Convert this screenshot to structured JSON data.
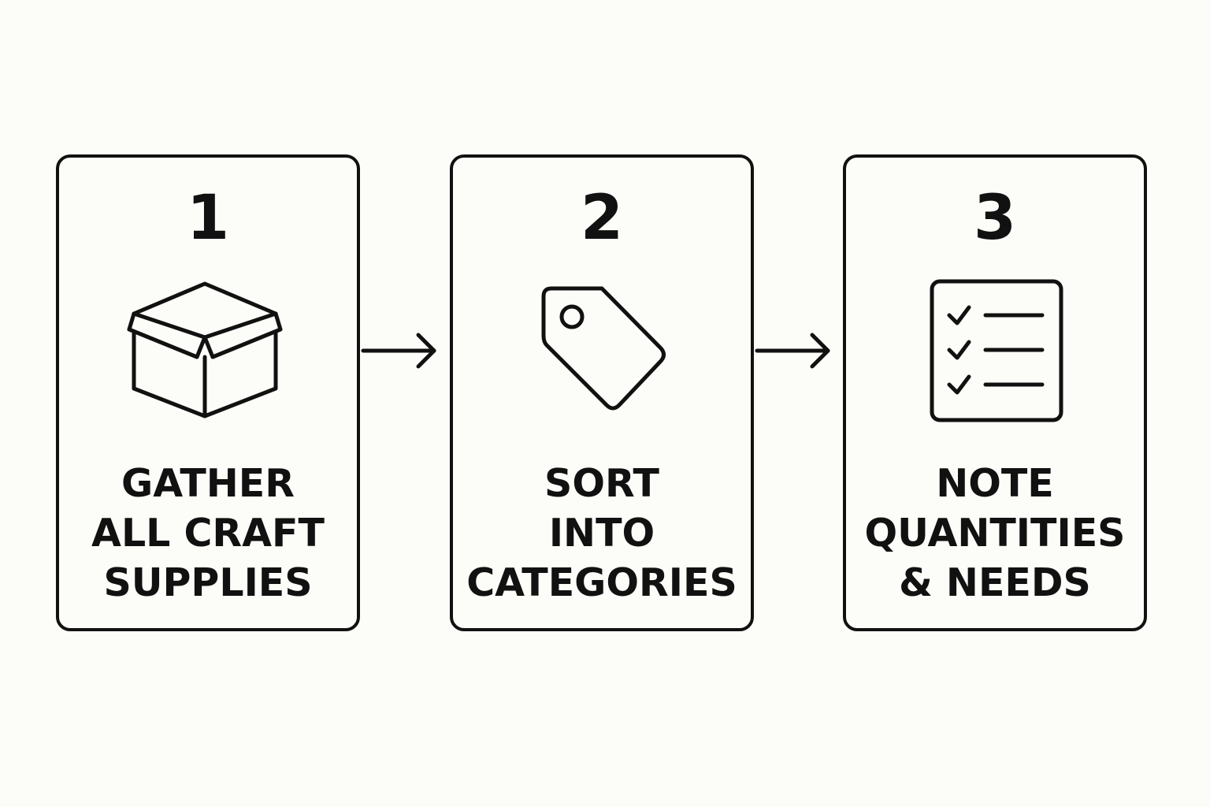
{
  "steps": [
    {
      "number": "1",
      "icon": "box-icon",
      "label_lines": [
        "GATHER",
        "ALL CRAFT",
        "SUPPLIES"
      ]
    },
    {
      "number": "2",
      "icon": "tag-icon",
      "label_lines": [
        "SORT",
        "INTO",
        "CATEGORIES"
      ]
    },
    {
      "number": "3",
      "icon": "checklist-icon",
      "label_lines": [
        "NOTE",
        "QUANTITIES",
        "& NEEDS"
      ]
    }
  ],
  "connectors": [
    "arrow-right-icon",
    "arrow-right-icon"
  ],
  "colors": {
    "background": "#fcfcf8",
    "ink": "#111111"
  }
}
